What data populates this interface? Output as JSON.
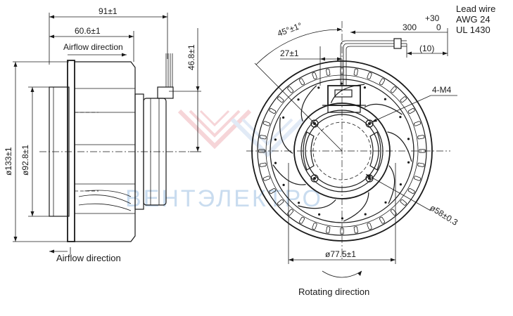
{
  "watermark": {
    "text": "ВЕНТЭЛЕКТРО",
    "color": "#c9dcef",
    "logo_color": "#f3c7cc"
  },
  "side_view": {
    "dim_overall_width": "91±1",
    "dim_inlet_width": "60.6±1",
    "dim_motor_height": "46.8±1",
    "dim_outer_diameter": "ø133±1",
    "dim_inlet_diameter": "ø92.8±1",
    "airflow_top_label": "Airflow direction",
    "airflow_bottom_label": "Airflow direction"
  },
  "front_view": {
    "dim_angle": "45°±1°",
    "dim_lead_offset": "27±1",
    "dim_lead_length": "300",
    "dim_lead_tol_plus": "+30",
    "dim_lead_tol_minus": "0",
    "dim_strip_length": "(10)",
    "dim_screw": "4-M4",
    "dim_bolt_circle": "ø58±0.3",
    "dim_flange_diameter": "ø77.5±1",
    "rotating_label": "Rotating direction"
  },
  "lead_wire": {
    "line1": "Lead wire",
    "line2": "AWG 24",
    "line3": "UL 1430"
  }
}
